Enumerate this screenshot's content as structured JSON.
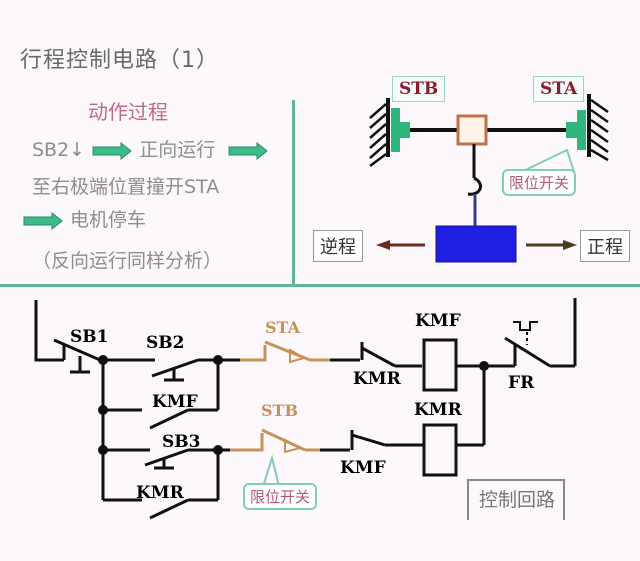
{
  "title": "行程控制电路（1）",
  "process": {
    "heading": "动作过程",
    "line1_a": "SB2↓",
    "line1_b": "正向运行",
    "line2": "至右极端位置撞开STA",
    "line3": "电机停车",
    "line4": "（反向运行同样分析）"
  },
  "mechanism": {
    "left_switch": "STB",
    "right_switch": "STA",
    "limit_switch_tag": "限位开关",
    "reverse_label": "逆程",
    "forward_label": "正程"
  },
  "circuit": {
    "sb1": "SB1",
    "sb2": "SB2",
    "sb3": "SB3",
    "kmf_aux": "KMF",
    "kmr_aux": "KMR",
    "sta": "STA",
    "stb": "STB",
    "kmr_interlock": "KMR",
    "kmf_interlock": "KMF",
    "kmf_coil": "KMF",
    "kmr_coil": "KMR",
    "fr": "FR",
    "limit_switch_tag": "限位开关",
    "control_loop_label": "控制回路"
  },
  "colors": {
    "accent_green": "#3dbb8a",
    "divider": "#5fb89a",
    "switch_brown": "#c8915a",
    "motor_blue": "#1f1fe0"
  }
}
